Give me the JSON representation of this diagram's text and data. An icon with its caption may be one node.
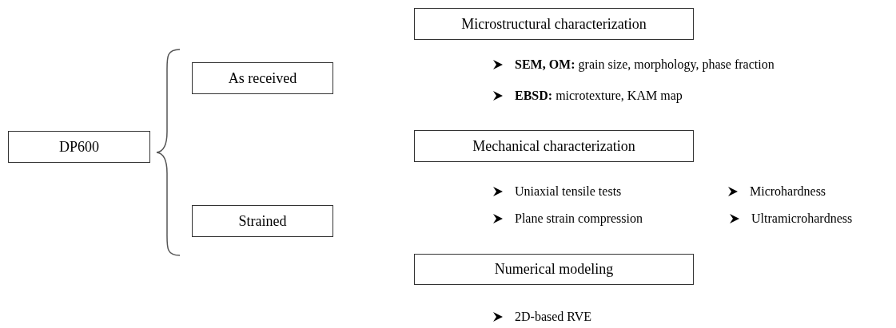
{
  "diagram": {
    "nodes": [
      {
        "text": [
          "DP600"
        ]
      },
      {
        "text": [
          "As received"
        ]
      },
      {
        "text": [
          "Strained"
        ]
      },
      {
        "text": [
          "Microstructural characterization"
        ]
      },
      {
        "text": [
          "Mechanical characterization"
        ]
      },
      {
        "text": [
          "Numerical modeling"
        ]
      }
    ],
    "edges": [],
    "labels": [
      "**SEM, OM:** grain size, morphology, phase fraction",
      "**EBSD:** microtexture, KAM map",
      "Uniaxial tensile tests",
      "Microhardness",
      "Plane strain compression",
      "Ultramicrohardness",
      "2D-based RVE"
    ]
  }
}
